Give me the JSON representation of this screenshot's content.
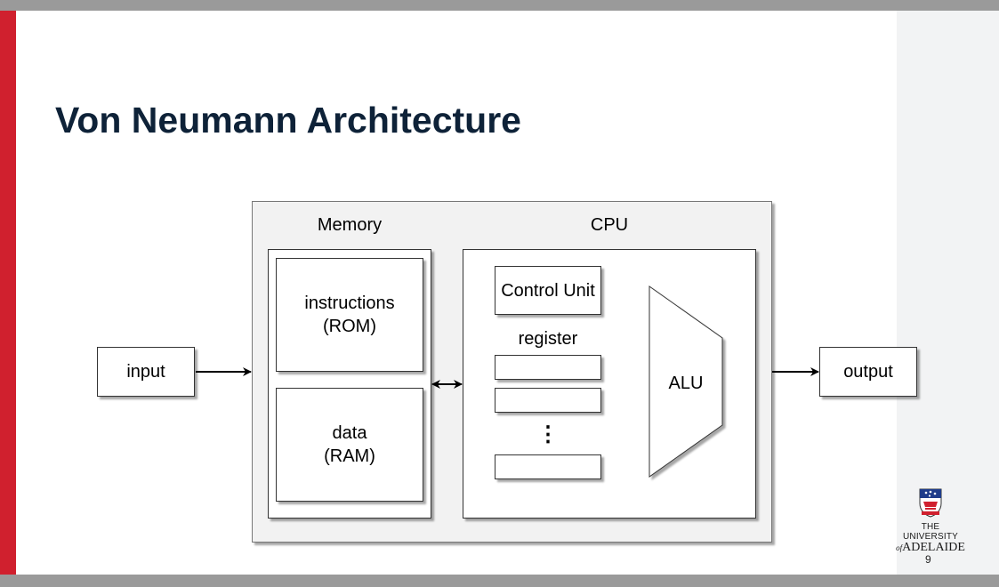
{
  "slide": {
    "title": "Von Neumann Architecture",
    "page_number": "9"
  },
  "diagram": {
    "input_label": "input",
    "output_label": "output",
    "memory_label": "Memory",
    "cpu_label": "CPU",
    "instructions_line1": "instructions",
    "instructions_line2": "(ROM)",
    "data_line1": "data",
    "data_line2": "(RAM)",
    "control_unit_label": "Control Unit",
    "register_label": "register",
    "register_ellipsis": "⋮",
    "alu_label": "ALU"
  },
  "logo": {
    "line1": "THE UNIVERSITY",
    "line2_prefix": "of",
    "line2": "ADELAIDE",
    "icon": "university-crest-icon"
  },
  "colors": {
    "accent_red": "#d0202e",
    "title": "#0e2238",
    "bar_gray": "#9a9a9a"
  }
}
